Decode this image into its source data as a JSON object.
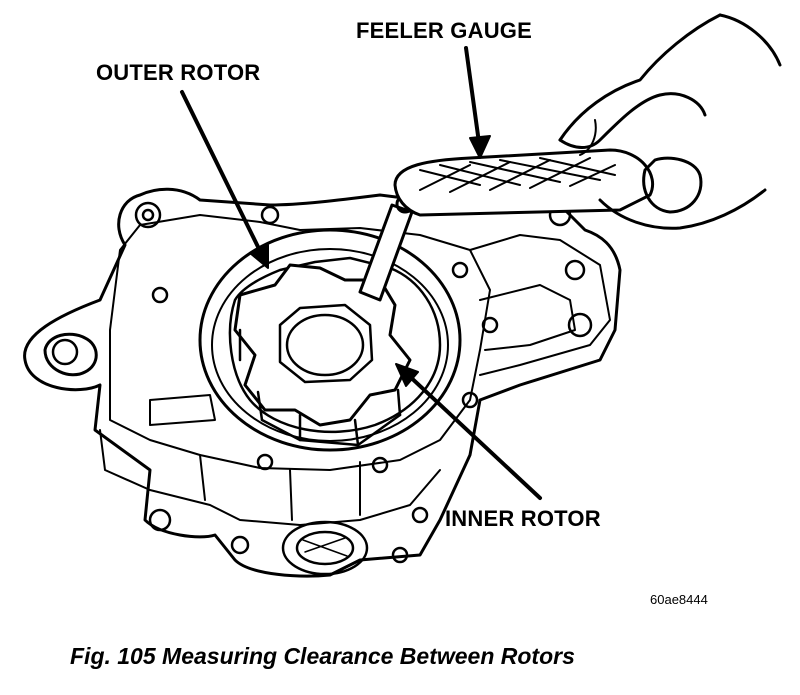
{
  "labels": {
    "feeler_gauge": "FEELER GAUGE",
    "outer_rotor": "OUTER ROTOR",
    "inner_rotor": "INNER ROTOR"
  },
  "reference_code": "60ae8444",
  "caption": "Fig. 105 Measuring Clearance Between Rotors",
  "colors": {
    "ink": "#000000",
    "paper": "#ffffff"
  }
}
